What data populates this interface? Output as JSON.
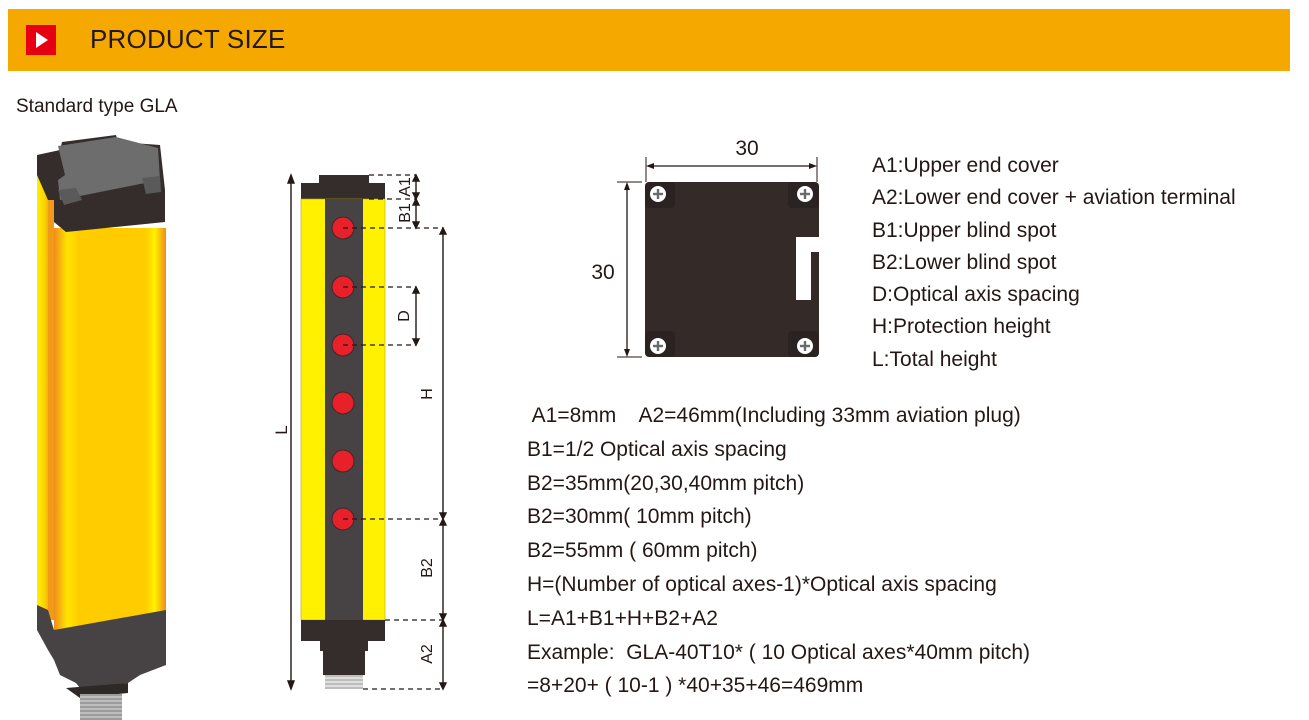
{
  "banner": {
    "title": "PRODUCT SIZE",
    "icon": "play-icon",
    "colors": {
      "background": "#f5a900",
      "icon_bg": "#e60012"
    }
  },
  "subtitle": "Standard type  GLA",
  "front_view": {
    "labels": {
      "L": "L",
      "A1": "A1",
      "B1": "B1",
      "D": "D",
      "H": "H",
      "B2": "B2",
      "A2": "A2"
    },
    "emitter_count": 6,
    "colors": {
      "housing": "#fff100",
      "center_strip": "#474344",
      "end_cap": "#342d2c",
      "emitter": "#e8202a"
    }
  },
  "cross_section": {
    "width_label": "30",
    "height_label": "30",
    "color": "#342a28"
  },
  "legend": [
    "A1:Upper end cover",
    "A2:Lower end cover + aviation terminal",
    "B1:Upper blind spot",
    "B2:Lower blind spot",
    "D:Optical axis spacing",
    "H:Protection height",
    "L:Total height"
  ],
  "formulas": [
    " A1=8mm    A2=46mm(Including 33mm aviation plug)",
    "B1=1/2 Optical axis spacing",
    "B2=35mm(20,30,40mm pitch)",
    "B2=30mm( 10mm pitch)",
    "B2=55mm ( 60mm pitch)",
    "H=(Number of optical axes-1)*Optical axis spacing",
    "L=A1+B1+H+B2+A2",
    "Example:  GLA-40T10* ( 10 Optical axes*40mm pitch)",
    "=8+20+ ( 10-1 ) *40+35+46=469mm"
  ]
}
